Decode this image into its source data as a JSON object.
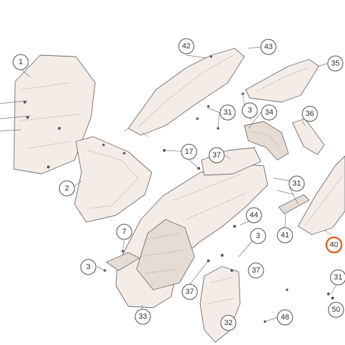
{
  "diagram": {
    "callouts": [
      {
        "id": "c1",
        "label": "1"
      },
      {
        "id": "c2",
        "label": "2"
      },
      {
        "id": "c3a",
        "label": "3"
      },
      {
        "id": "c3b",
        "label": "3"
      },
      {
        "id": "c3c",
        "label": "3"
      },
      {
        "id": "c7",
        "label": "7"
      },
      {
        "id": "c17",
        "label": "17"
      },
      {
        "id": "c31a",
        "label": "31"
      },
      {
        "id": "c31b",
        "label": "31"
      },
      {
        "id": "c31c",
        "label": "31"
      },
      {
        "id": "c32",
        "label": "32"
      },
      {
        "id": "c33",
        "label": "33"
      },
      {
        "id": "c34",
        "label": "34"
      },
      {
        "id": "c35",
        "label": "35"
      },
      {
        "id": "c36",
        "label": "36"
      },
      {
        "id": "c37a",
        "label": "37"
      },
      {
        "id": "c37b",
        "label": "37"
      },
      {
        "id": "c37c",
        "label": "37"
      },
      {
        "id": "c40",
        "label": "40",
        "highlight": true
      },
      {
        "id": "c41",
        "label": "41"
      },
      {
        "id": "c42",
        "label": "42"
      },
      {
        "id": "c43",
        "label": "43"
      },
      {
        "id": "c44",
        "label": "44"
      },
      {
        "id": "c48",
        "label": "48"
      },
      {
        "id": "c50",
        "label": "50"
      }
    ],
    "highlight_color": "#e0601c"
  }
}
